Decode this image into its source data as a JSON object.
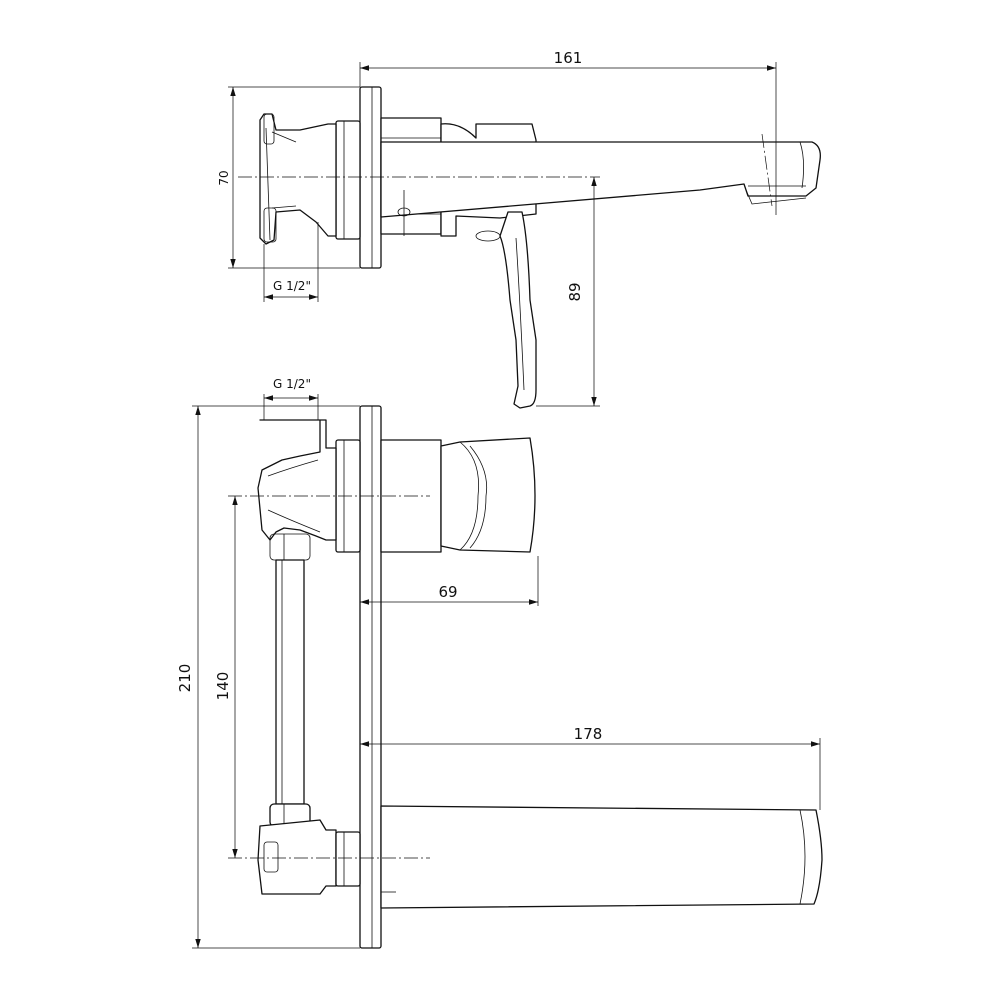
{
  "dimensions": {
    "top_width": "161",
    "top_height": "70",
    "top_thread": "G 1/2\"",
    "lever_drop": "89",
    "side_thread": "G 1/2\"",
    "body_depth": "69",
    "total_height": "210",
    "inlet_spacing": "140",
    "spout_length": "178"
  }
}
